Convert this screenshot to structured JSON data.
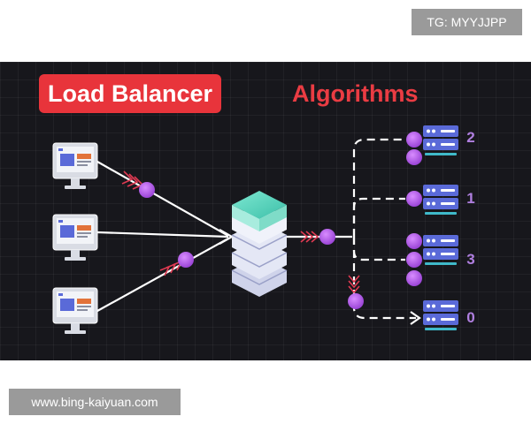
{
  "watermark_top": "TG: MYYJJPP",
  "watermark_bottom": "www.bing-kaiyuan.com",
  "title": {
    "highlight": "Load Balancer",
    "rest": "Algorithms"
  },
  "servers": [
    {
      "label": "2"
    },
    {
      "label": "1"
    },
    {
      "label": "3"
    },
    {
      "label": "0"
    }
  ],
  "colors": {
    "background": "#17171c",
    "title_red": "#e8343b",
    "request_dot": "#b85ce6",
    "server_blue": "#5a6ad8",
    "balancer_teal": "#5fd6c0",
    "arrow_red": "#e03a52",
    "line": "#ffffff",
    "label_purple": "#b07fe0"
  },
  "icons": [
    "client-computer-icon",
    "load-balancer-stack-icon",
    "server-rack-icon",
    "request-dot-icon"
  ]
}
